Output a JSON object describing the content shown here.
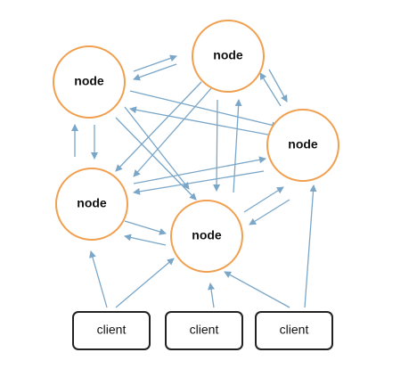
{
  "nodes": [
    {
      "id": "n1",
      "label": "node"
    },
    {
      "id": "n2",
      "label": "node"
    },
    {
      "id": "n3",
      "label": "node"
    },
    {
      "id": "n4",
      "label": "node"
    },
    {
      "id": "n5",
      "label": "node"
    }
  ],
  "clients": [
    {
      "id": "c1",
      "label": "client"
    },
    {
      "id": "c2",
      "label": "client"
    },
    {
      "id": "c3",
      "label": "client"
    }
  ],
  "colors": {
    "node_stroke": "#f0a050",
    "client_stroke": "#222222",
    "arrow": "#7aa6c8",
    "text": "#111111",
    "background": "#ffffff"
  }
}
